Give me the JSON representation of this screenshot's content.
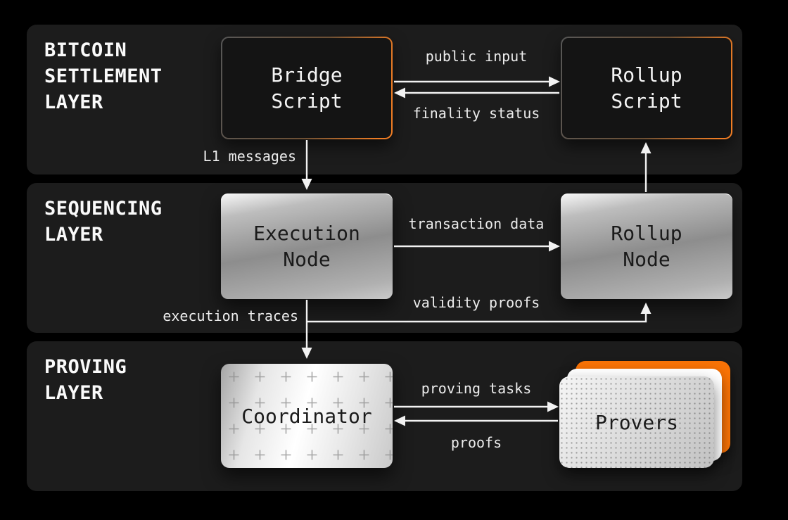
{
  "layers": [
    {
      "id": "settlement",
      "title": [
        "BITCOIN",
        "SETTLEMENT",
        "LAYER"
      ]
    },
    {
      "id": "sequencing",
      "title": [
        "SEQUENCING",
        "LAYER"
      ]
    },
    {
      "id": "proving",
      "title": [
        "PROVING",
        "LAYER"
      ]
    }
  ],
  "nodes": {
    "bridge_script": {
      "label": [
        "Bridge",
        "Script"
      ]
    },
    "rollup_script": {
      "label": [
        "Rollup",
        "Script"
      ]
    },
    "execution_node": {
      "label": [
        "Execution",
        "Node"
      ]
    },
    "rollup_node": {
      "label": [
        "Rollup",
        "Node"
      ]
    },
    "coordinator": {
      "label": [
        "Coordinator"
      ]
    },
    "provers": {
      "label": [
        "Provers"
      ]
    }
  },
  "edges": {
    "public_input": "public input",
    "finality_status": "finality status",
    "l1_messages": "L1 messages",
    "transaction_data": "transaction data",
    "validity_proofs": "validity proofs",
    "execution_traces": "execution traces",
    "proving_tasks": "proving tasks",
    "proofs": "proofs"
  },
  "colors": {
    "accent_orange": "#f97306",
    "panel_background": "#1c1c1c",
    "page_background": "#000000",
    "arrow": "#f2f2f2"
  }
}
